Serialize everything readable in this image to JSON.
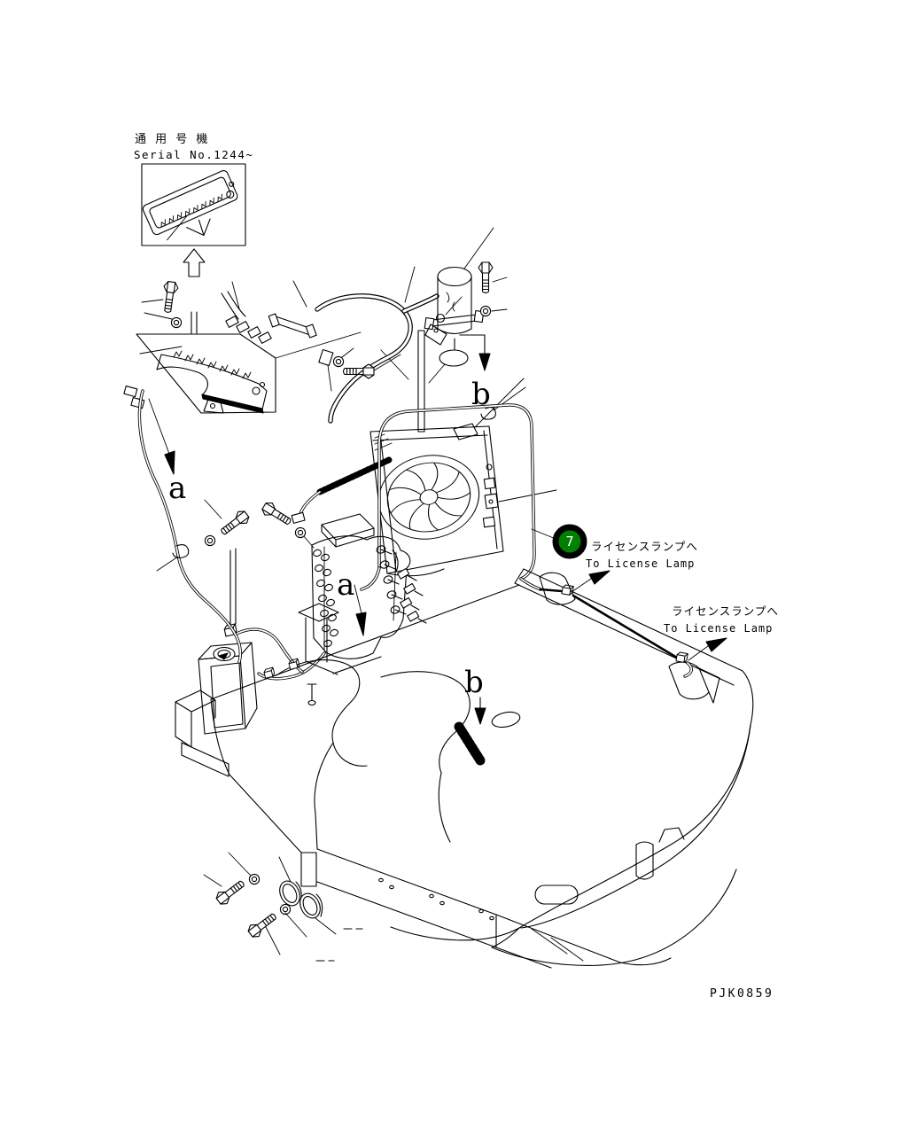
{
  "drawing": {
    "background": "#ffffff",
    "line_color": "#000000",
    "code": "PJK0859",
    "header": {
      "applicable_machines_jp": "通 用 号 機",
      "serial_range": "Serial No.1244~"
    },
    "balloon_7": {
      "number": "7",
      "fill": "#008000",
      "ring": "#000000",
      "number_color": "#ffffff"
    },
    "callouts": {
      "license_upper_jp": "ライセンスランプへ",
      "license_upper_en": "To License Lamp",
      "license_lower_jp": "ライセンスランプへ",
      "license_lower_en": "To License Lamp",
      "view_a_upper": "a",
      "view_a_lower": "a",
      "view_b_upper": "b",
      "view_b_lower": "b"
    }
  }
}
